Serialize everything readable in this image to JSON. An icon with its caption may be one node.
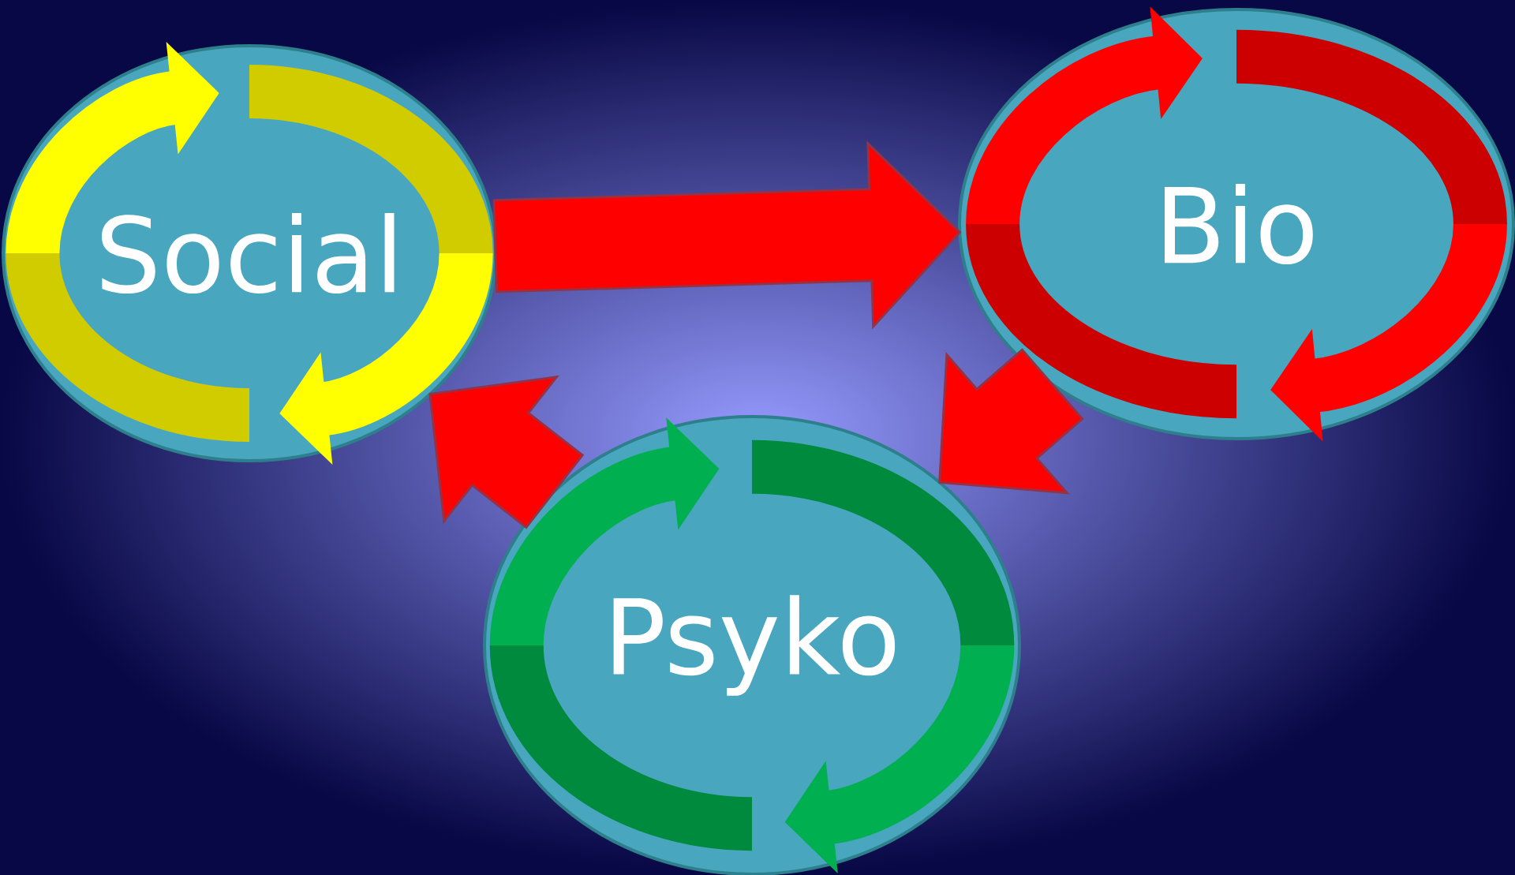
{
  "diagram": {
    "nodes": [
      {
        "text": [
          "Social"
        ]
      },
      {
        "text": [
          "Bio"
        ]
      },
      {
        "text": [
          "Psyko"
        ]
      }
    ],
    "edges": [
      {
        "from": 0,
        "to": 1,
        "arrow": "to"
      },
      {
        "from": 1,
        "to": 2,
        "arrow": "to"
      },
      {
        "from": 2,
        "to": 0,
        "arrow": "to"
      }
    ]
  }
}
